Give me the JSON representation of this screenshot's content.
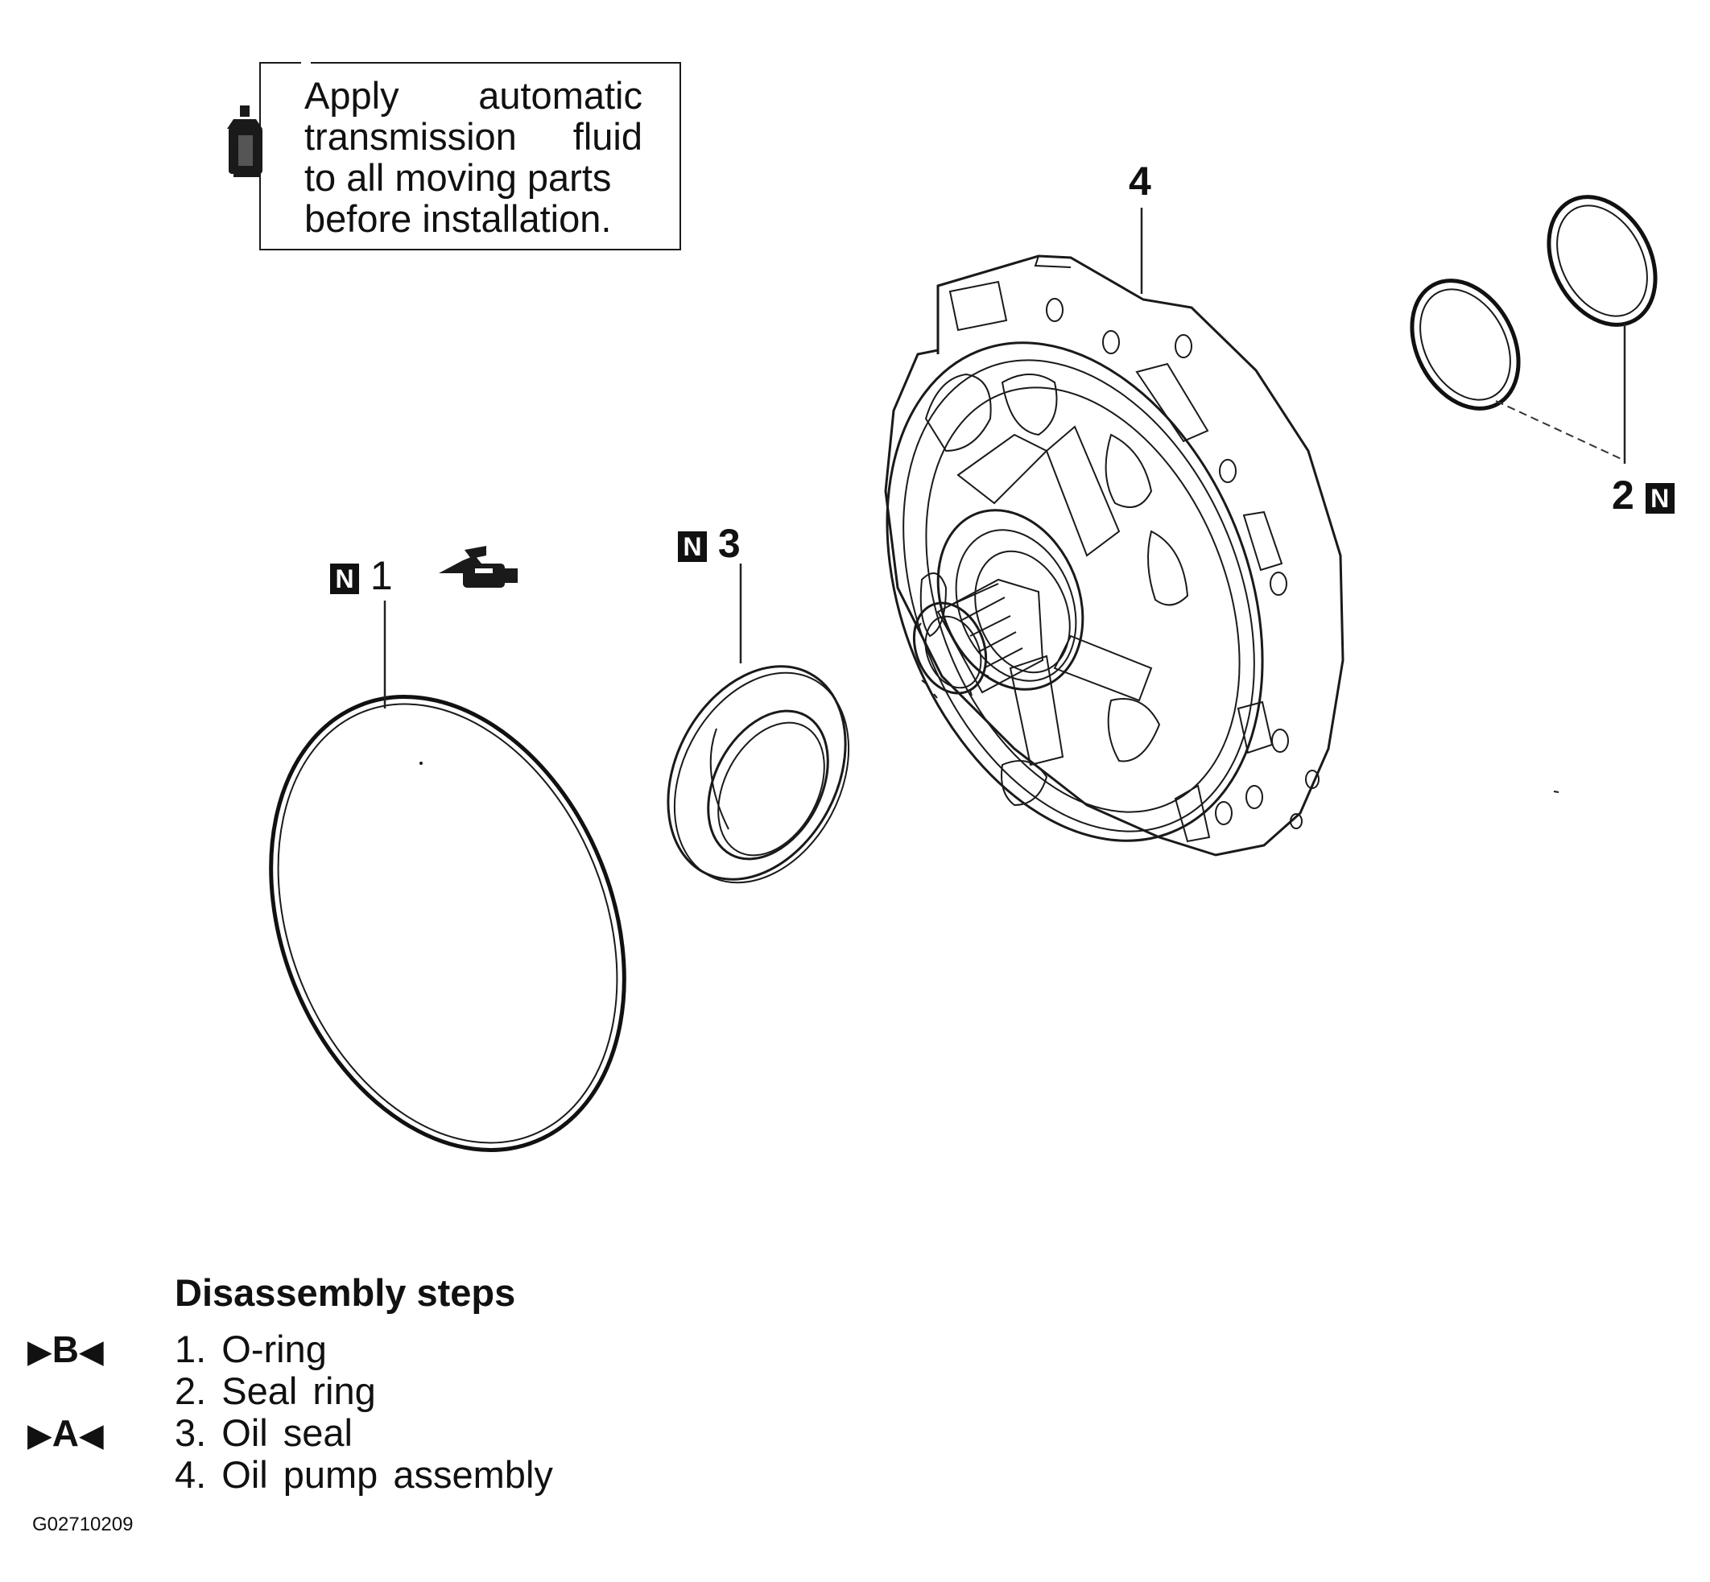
{
  "note": {
    "lines": [
      "Apply automatic",
      "transmission fluid",
      "to all moving parts",
      "before installation."
    ],
    "icon": "oil-can-icon"
  },
  "callouts": {
    "part1": {
      "number": "1",
      "badge": "N"
    },
    "part2": {
      "number": "2",
      "badge": "N"
    },
    "part3": {
      "number": "3",
      "badge": "N"
    },
    "part4": {
      "number": "4"
    },
    "part1_icon": "atf-oil-can-icon"
  },
  "steps": {
    "title": "Disassembly steps",
    "items": [
      {
        "text": "1. O-ring",
        "marker": "B"
      },
      {
        "text": "2. Seal ring",
        "marker": ""
      },
      {
        "text": "3. Oil seal",
        "marker": "A"
      },
      {
        "text": "4. Oil pump assembly",
        "marker": ""
      }
    ]
  },
  "figure_code": "G02710209"
}
